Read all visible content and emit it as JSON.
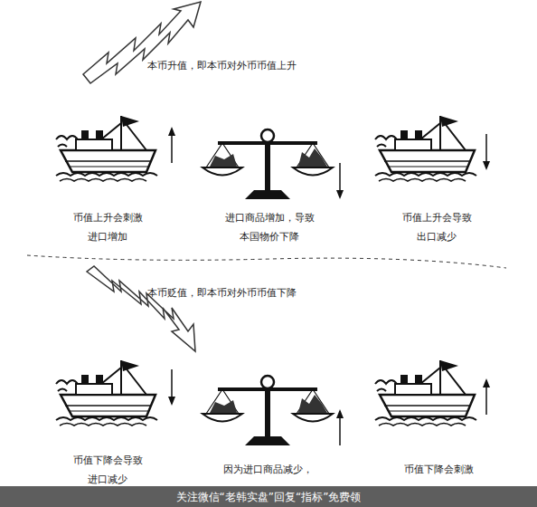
{
  "diagram": {
    "labels": [
      "本币升值，即本币对外币币值上升",
      "币值上升会刺激 进口增加",
      "进口商品增加，导致 本国物价下降",
      "币值上升会导致 出口减少",
      "本币贬值，即本币对外币币值下降",
      "币值下降会导致 进口减少",
      "因为进口商品减少，",
      "币值下降会刺激",
      "关注微信“老韩实盘”回复“指标”免费领"
    ]
  }
}
